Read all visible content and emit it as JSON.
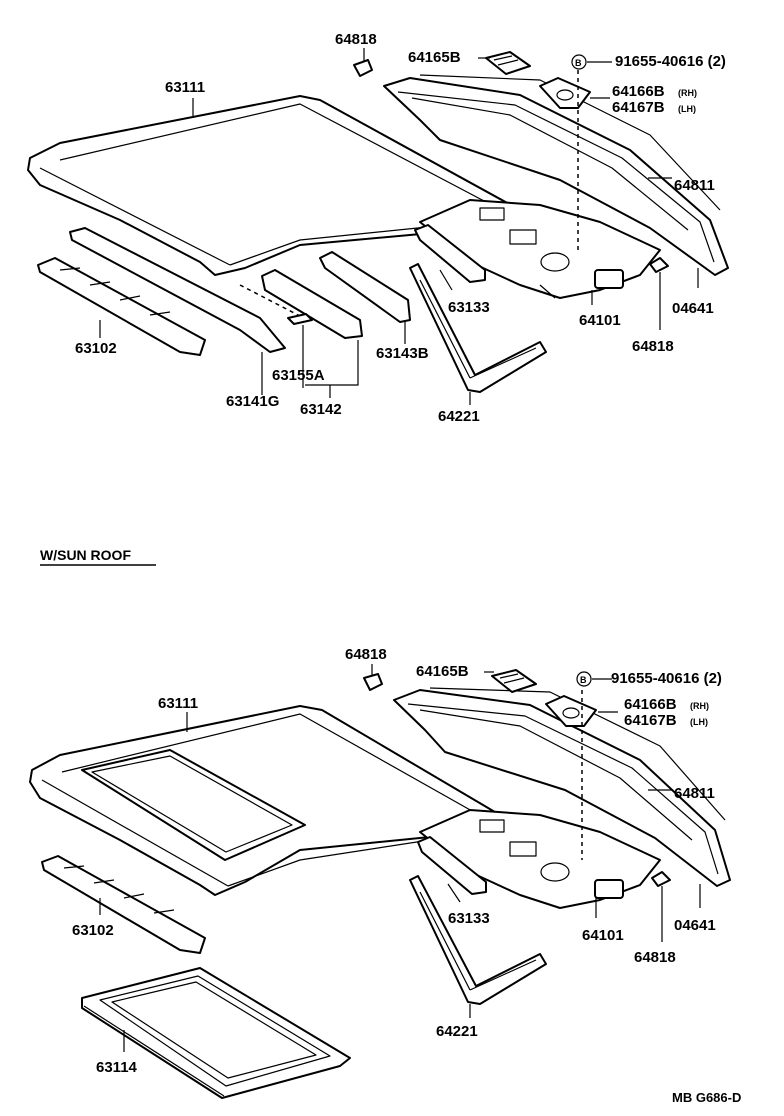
{
  "top": {
    "labels": {
      "roof_panel": "63111",
      "reinforcement_front": "63102",
      "reinforcement_1": "63141G",
      "reinforcement_2": "63142",
      "clip": "63155A",
      "reinforcement_3": "63143B",
      "reinforcement_rear": "63133",
      "back_door_seal": "64221",
      "back_panel": "64101",
      "stopper_rear": "64818",
      "weatherstrip": "64811",
      "cushion": "04641",
      "stopper_top": "64818",
      "bumper": "64165B",
      "bolt_mark": "B",
      "bolt": "91655-40616 (2)",
      "hinge_rh": "64166B",
      "hinge_rh_suffix": "(RH)",
      "hinge_lh": "64167B",
      "hinge_lh_suffix": "(LH)"
    }
  },
  "section_title": "W/SUN ROOF",
  "bottom": {
    "labels": {
      "roof_panel": "63111",
      "reinforcement_front": "63102",
      "sunroof_frame": "63114",
      "reinforcement_rear": "63133",
      "back_door_seal": "64221",
      "back_panel": "64101",
      "stopper_rear": "64818",
      "weatherstrip": "64811",
      "cushion": "04641",
      "stopper_top": "64818",
      "bumper": "64165B",
      "bolt_mark": "B",
      "bolt": "91655-40616 (2)",
      "hinge_rh": "64166B",
      "hinge_rh_suffix": "(RH)",
      "hinge_lh": "64167B",
      "hinge_lh_suffix": "(LH)"
    }
  },
  "figure_ref": "MB G686-D"
}
